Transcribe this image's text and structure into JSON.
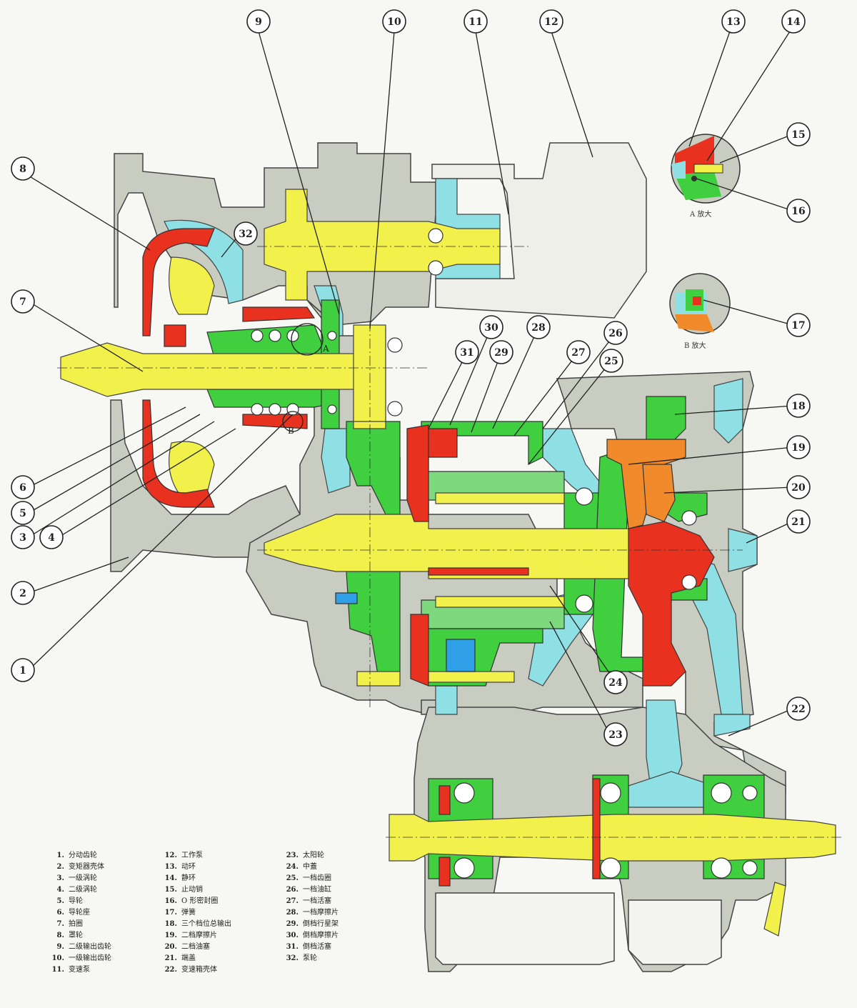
{
  "callouts": [
    "1",
    "2",
    "3",
    "4",
    "5",
    "6",
    "7",
    "8",
    "9",
    "10",
    "11",
    "12",
    "13",
    "14",
    "15",
    "16",
    "17",
    "18",
    "19",
    "20",
    "21",
    "22",
    "23",
    "24",
    "25",
    "26",
    "27",
    "28",
    "29",
    "30",
    "31",
    "32"
  ],
  "detail_captions": {
    "a": "A 放大",
    "b": "B 放大"
  },
  "section_labels": {
    "a": "A",
    "b": "B"
  },
  "legend": [
    {
      "num": "1.",
      "text": "分动齿轮"
    },
    {
      "num": "2.",
      "text": "变矩器壳体"
    },
    {
      "num": "3.",
      "text": "一级涡轮"
    },
    {
      "num": "4.",
      "text": "二级涡轮"
    },
    {
      "num": "5.",
      "text": "导轮"
    },
    {
      "num": "6.",
      "text": "导轮座"
    },
    {
      "num": "7.",
      "text": "拍圈"
    },
    {
      "num": "8.",
      "text": "罩轮"
    },
    {
      "num": "9.",
      "text": "二级输出齿轮"
    },
    {
      "num": "10.",
      "text": "一级输出齿轮"
    },
    {
      "num": "11.",
      "text": "变速泵"
    },
    {
      "num": "12.",
      "text": "工作泵"
    },
    {
      "num": "13.",
      "text": "动环"
    },
    {
      "num": "14.",
      "text": "静环"
    },
    {
      "num": "15.",
      "text": "止动销"
    },
    {
      "num": "16.",
      "text": "O 形密封圈"
    },
    {
      "num": "17.",
      "text": "弹簧"
    },
    {
      "num": "18.",
      "text": "三个档位总输出"
    },
    {
      "num": "19.",
      "text": "二档摩擦片"
    },
    {
      "num": "20.",
      "text": "二档油塞"
    },
    {
      "num": "21.",
      "text": "端盖"
    },
    {
      "num": "22.",
      "text": "变速箱壳体"
    },
    {
      "num": "23.",
      "text": "太阳轮"
    },
    {
      "num": "24.",
      "text": "中蓋"
    },
    {
      "num": "25.",
      "text": "一档齿圈"
    },
    {
      "num": "26.",
      "text": "一档油缸"
    },
    {
      "num": "27.",
      "text": "一档活塞"
    },
    {
      "num": "28.",
      "text": "一档摩擦片"
    },
    {
      "num": "29.",
      "text": "倒档行星架"
    },
    {
      "num": "30.",
      "text": "倒档摩擦片"
    },
    {
      "num": "31.",
      "text": "倒档活塞"
    },
    {
      "num": "32.",
      "text": "泵轮"
    }
  ],
  "colors": {
    "housing": "#c9ccc0",
    "yellow": "#f2f04a",
    "green": "#3fcf3f",
    "cyan": "#8fe0e4",
    "red": "#e8311f",
    "orange": "#f08a2a",
    "blue": "#2f9fe8",
    "line": "#333333"
  }
}
